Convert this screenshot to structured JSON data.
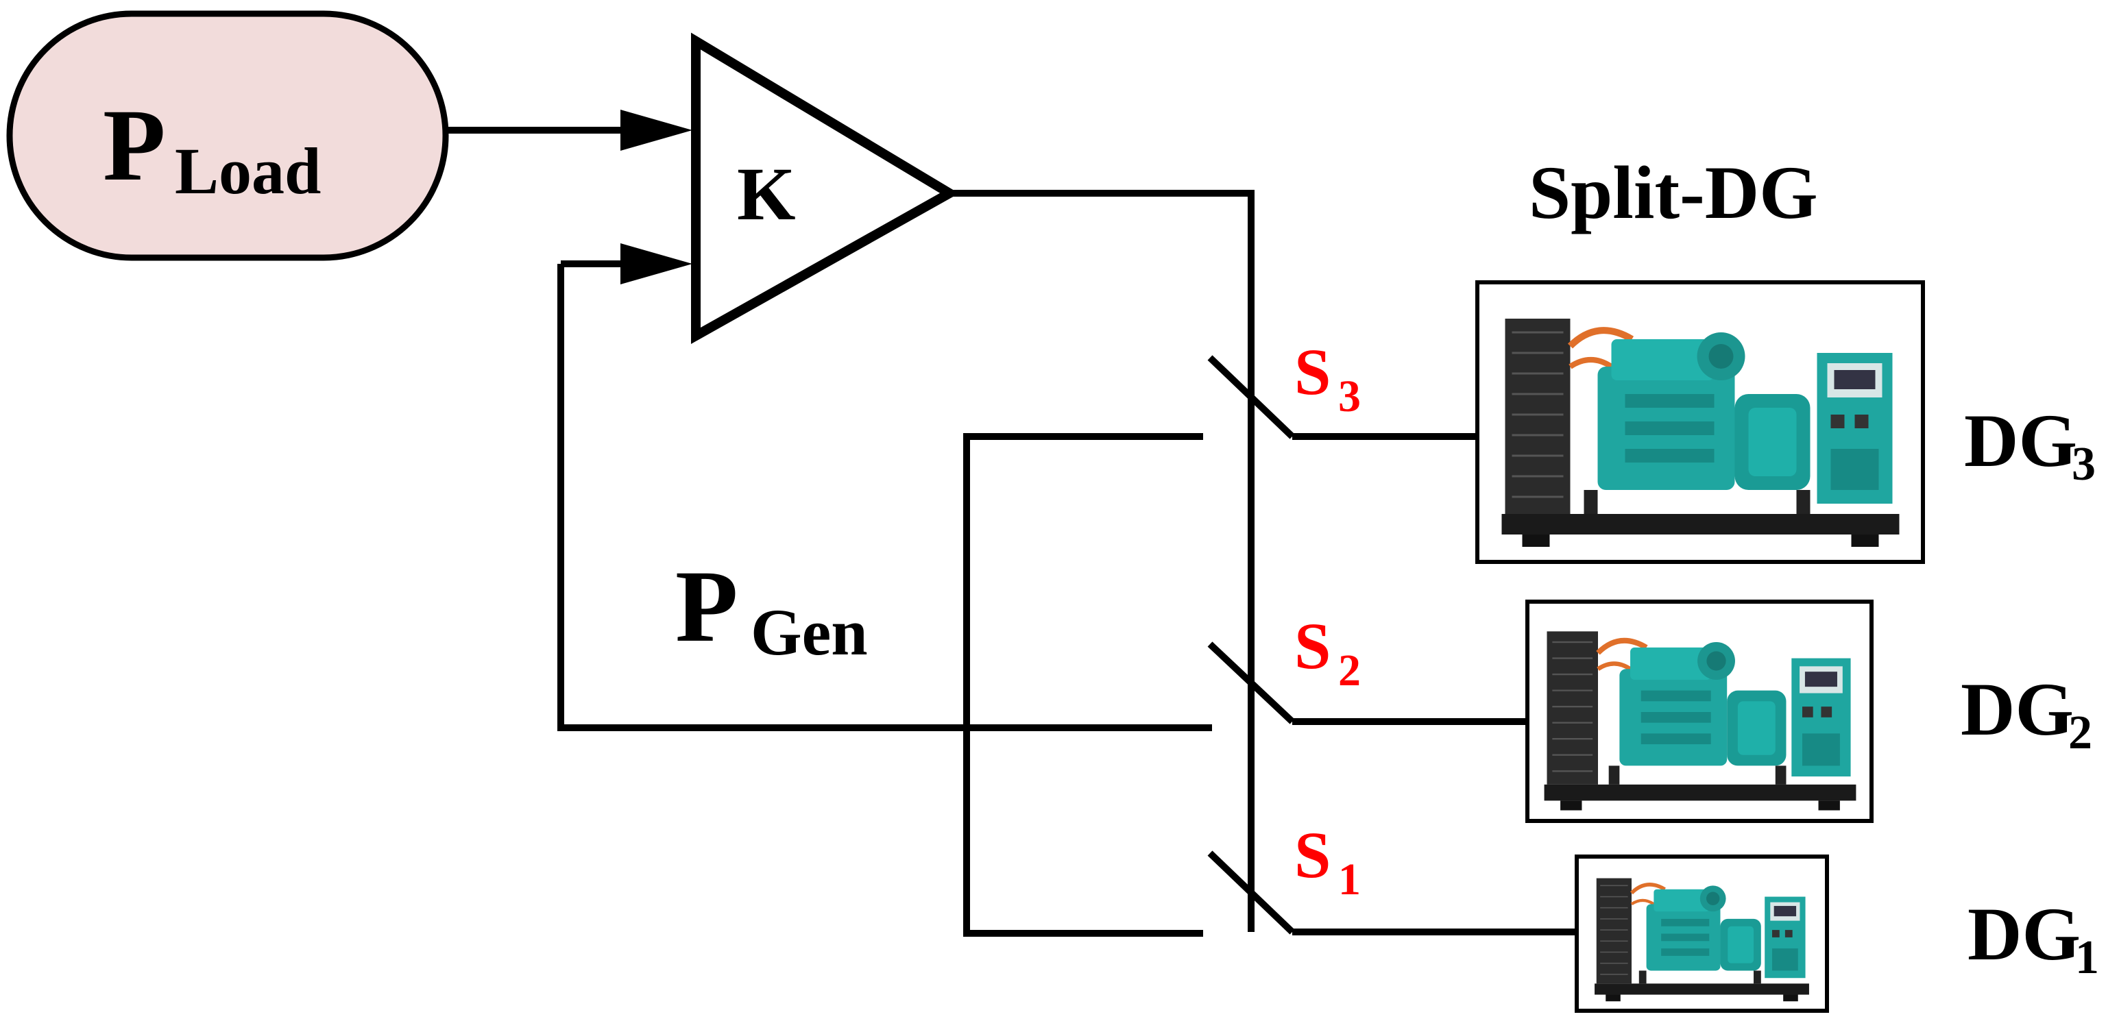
{
  "load_block": {
    "main": "P",
    "sub": "Load",
    "fill": "#f2dcdb"
  },
  "gain_block": {
    "label": "K"
  },
  "generation": {
    "main": "P",
    "sub": "Gen"
  },
  "split_title": "Split-DG",
  "switches": [
    {
      "main": "S",
      "sub": "3"
    },
    {
      "main": "S",
      "sub": "2"
    },
    {
      "main": "S",
      "sub": "1"
    }
  ],
  "generators": [
    {
      "main": "DG",
      "sub": "3"
    },
    {
      "main": "DG",
      "sub": "2"
    },
    {
      "main": "DG",
      "sub": "1"
    }
  ],
  "colors": {
    "switch_label": "#ff0000",
    "generator_body": "#1fa6a0",
    "generator_frame": "#222222"
  },
  "icons": {
    "generator": "diesel-generator-icon"
  }
}
